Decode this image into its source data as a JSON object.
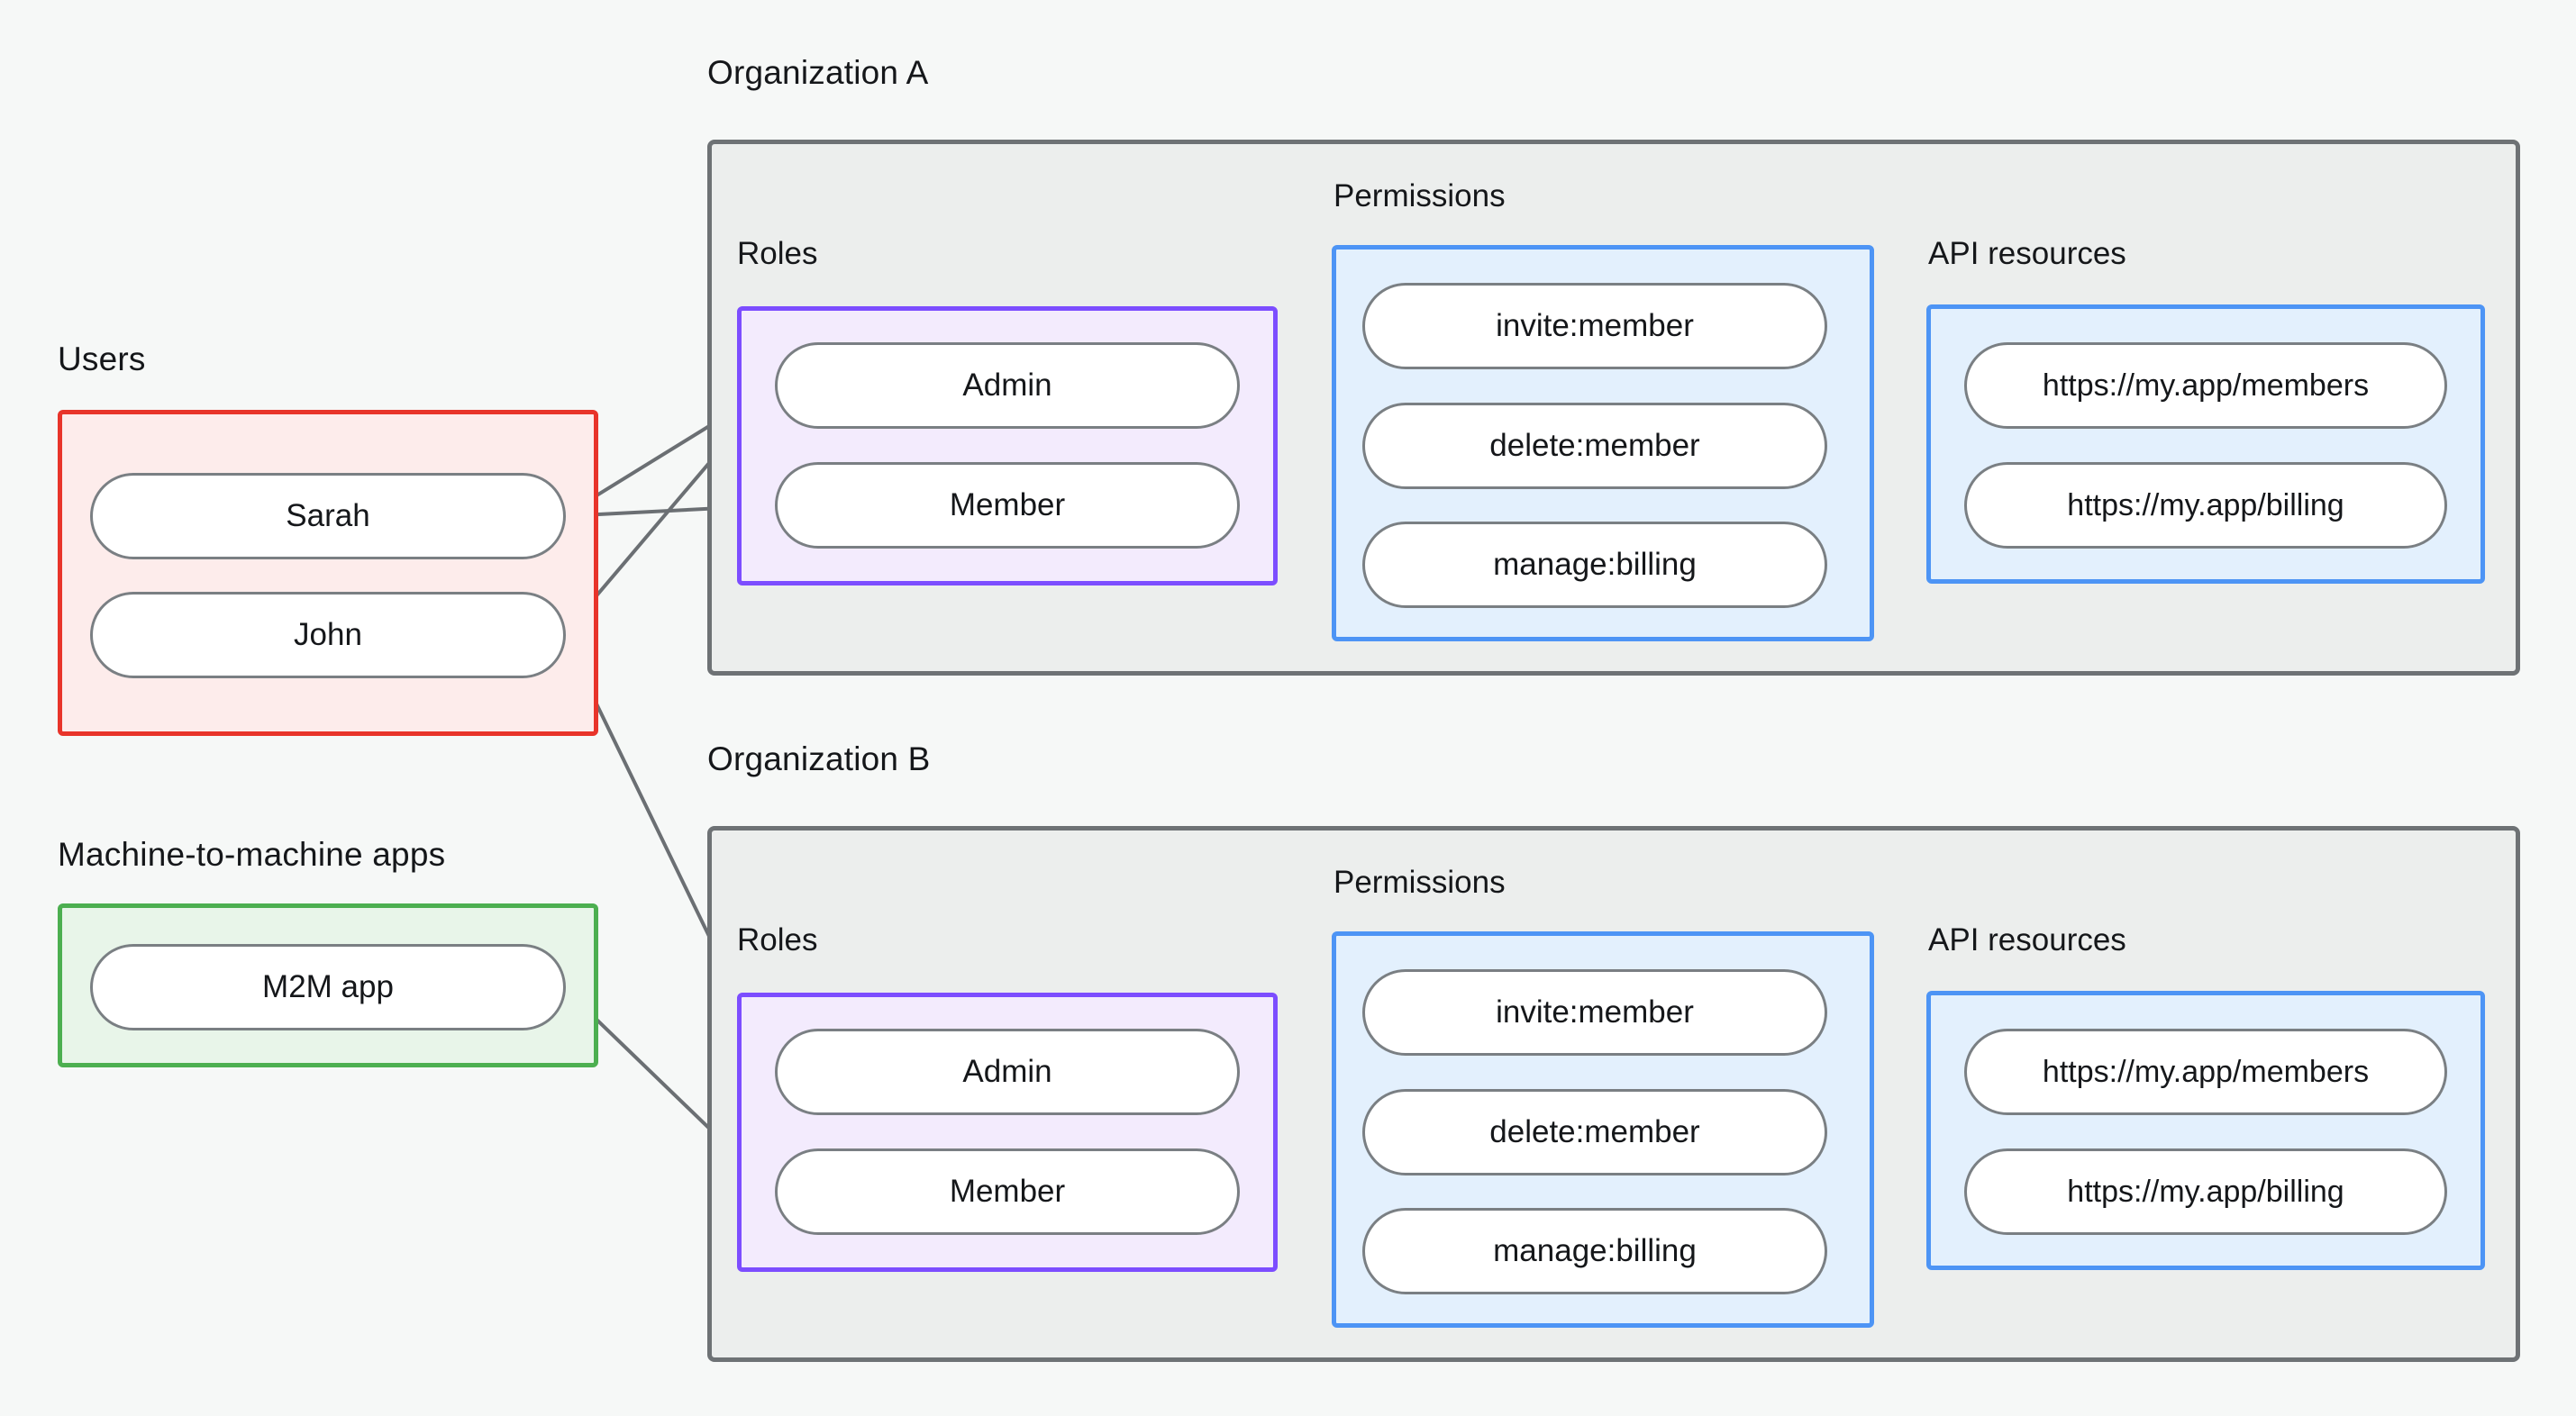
{
  "diagram": {
    "title_users": "Users",
    "title_m2m": "Machine-to-machine apps",
    "org_a_label": "Organization A",
    "org_b_label": "Organization B",
    "roles_label": "Roles",
    "permissions_label": "Permissions",
    "api_resources_label": "API resources"
  },
  "users": {
    "label": "Users",
    "items": [
      {
        "label": "Sarah"
      },
      {
        "label": "John"
      }
    ]
  },
  "m2m": {
    "label": "Machine-to-machine apps",
    "items": [
      {
        "label": "M2M app"
      }
    ]
  },
  "org_a": {
    "label": "Organization A",
    "roles": {
      "label": "Roles",
      "items": [
        {
          "label": "Admin"
        },
        {
          "label": "Member"
        }
      ]
    },
    "permissions": {
      "label": "Permissions",
      "items": [
        {
          "label": "invite:member"
        },
        {
          "label": "delete:member"
        },
        {
          "label": "manage:billing"
        }
      ]
    },
    "api_resources": {
      "label": "API resources",
      "items": [
        {
          "label": "https://my.app/members"
        },
        {
          "label": "https://my.app/billing"
        }
      ]
    }
  },
  "org_b": {
    "label": "Organization B",
    "roles": {
      "label": "Roles",
      "items": [
        {
          "label": "Admin"
        },
        {
          "label": "Member"
        }
      ]
    },
    "permissions": {
      "label": "Permissions",
      "items": [
        {
          "label": "invite:member"
        },
        {
          "label": "delete:member"
        },
        {
          "label": "manage:billing"
        }
      ]
    },
    "api_resources": {
      "label": "API resources",
      "items": [
        {
          "label": "https://my.app/members"
        },
        {
          "label": "https://my.app/billing"
        }
      ]
    }
  },
  "colors": {
    "page_background": "#f6f8f7",
    "users_border": "#e8342a",
    "users_fill": "#fdeceb",
    "m2m_border": "#4caf50",
    "m2m_fill": "#e8f5e9",
    "org_border": "#6e7275",
    "org_fill": "#eceeed",
    "roles_border": "#7c4dff",
    "roles_fill": "#f3ebfd",
    "blue_border": "#4d94f5",
    "blue_fill": "#e3f0fd",
    "pill_border": "#7a7f83",
    "pill_fill": "#ffffff",
    "edge_stroke": "#6b6f73",
    "text": "#15171a"
  },
  "connections": [
    {
      "from": "Sarah",
      "to": "org_a.Admin"
    },
    {
      "from": "Sarah",
      "to": "org_a.Member"
    },
    {
      "from": "John",
      "to": "org_a.Admin"
    },
    {
      "from": "John",
      "to": "org_b.Admin"
    },
    {
      "from": "M2M app",
      "to": "org_b.Member"
    },
    {
      "from": "org_a.Admin",
      "to": "org_a.invite:member"
    },
    {
      "from": "org_a.Admin",
      "to": "org_a.delete:member"
    },
    {
      "from": "org_a.Member",
      "to": "org_a.manage:billing"
    },
    {
      "from": "org_a.invite:member",
      "to": "org_a.https://my.app/members"
    },
    {
      "from": "org_a.delete:member",
      "to": "org_a.https://my.app/members"
    },
    {
      "from": "org_a.manage:billing",
      "to": "org_a.https://my.app/billing"
    },
    {
      "from": "org_b.Admin",
      "to": "org_b.invite:member"
    },
    {
      "from": "org_b.Admin",
      "to": "org_b.delete:member"
    },
    {
      "from": "org_b.Member",
      "to": "org_b.manage:billing"
    },
    {
      "from": "org_b.invite:member",
      "to": "org_b.https://my.app/members"
    },
    {
      "from": "org_b.delete:member",
      "to": "org_b.https://my.app/members"
    },
    {
      "from": "org_b.manage:billing",
      "to": "org_b.https://my.app/billing"
    }
  ]
}
